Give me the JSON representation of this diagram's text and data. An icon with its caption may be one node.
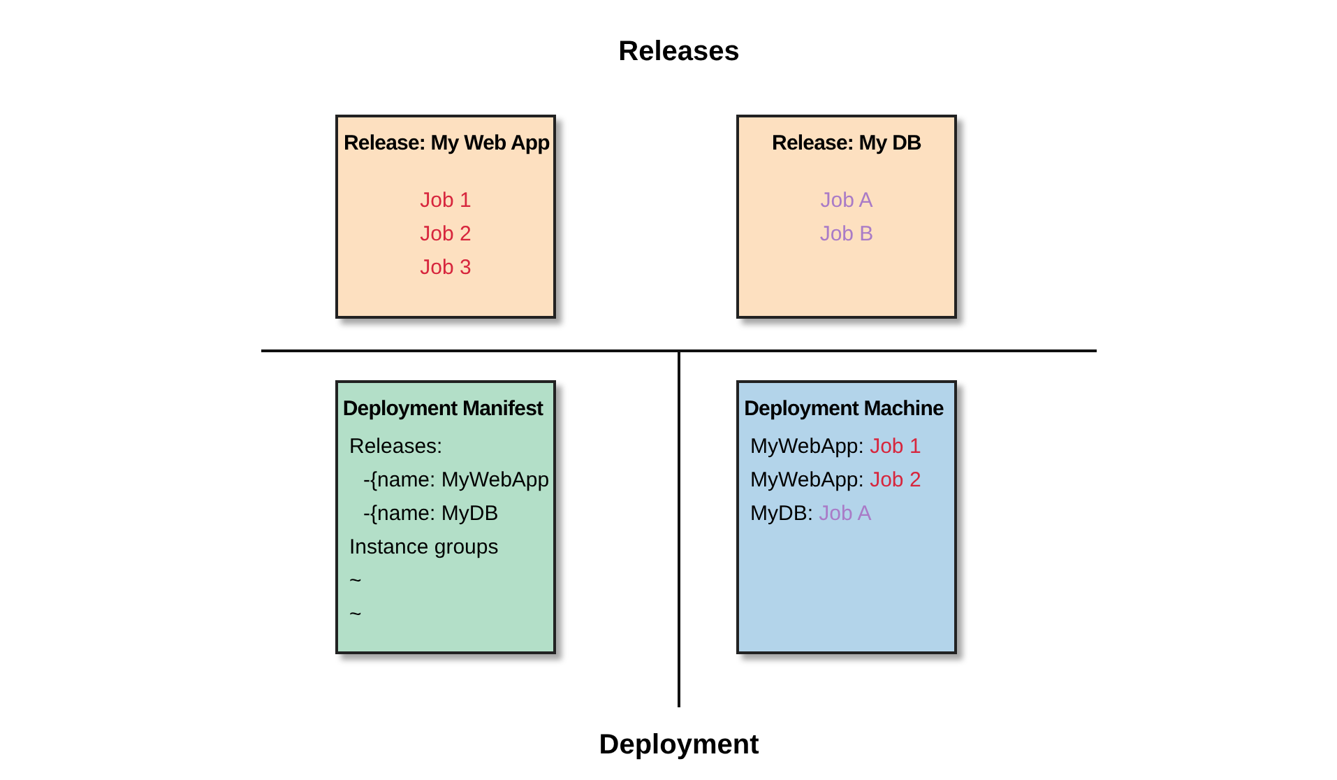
{
  "diagram": {
    "nodes": [
      {
        "text": [
          "Release: My Web App",
          "Job 1",
          "Job 2",
          "Job 3"
        ]
      },
      {
        "text": [
          "Release: My DB",
          "Job A",
          "Job B"
        ]
      },
      {
        "text": [
          "Deployment Manifest",
          "Releases:",
          "-{name: MyWebApp",
          "-{name: MyDB",
          "Instance groups",
          "~",
          "~"
        ]
      },
      {
        "text": [
          "Deployment Machine",
          "MyWebApp: Job 1",
          "MyWebApp: Job 2",
          "MyDB: Job A"
        ]
      }
    ],
    "labels": [
      "Releases",
      "Deployment"
    ]
  }
}
